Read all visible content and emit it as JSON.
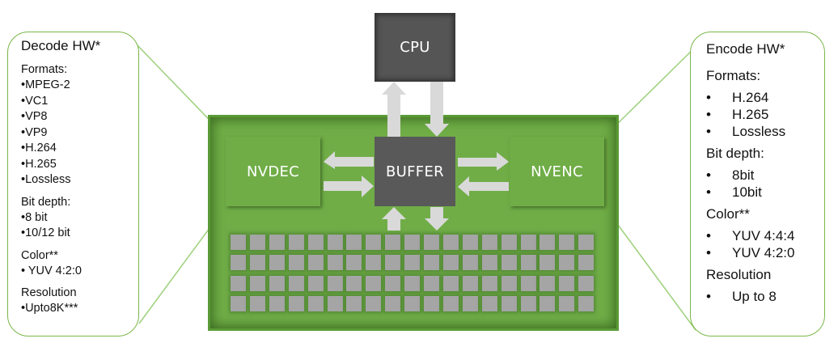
{
  "diagram": {
    "blocks": {
      "cpu": "CPU",
      "buffer": "BUFFER",
      "nvdec": "NVDEC",
      "nvenc": "NVENC"
    },
    "colors": {
      "chip_green": "#70ad47",
      "block_dark": "#595959",
      "arrow_gray": "#d9d9d9",
      "core_gray": "#a5a5a5",
      "callout_border": "#7ab648"
    },
    "core_grid": {
      "rows": 4,
      "cols": 19
    }
  },
  "decode": {
    "title": "Decode HW*",
    "sections": [
      {
        "label": "Formats:",
        "items": [
          "•MPEG-2",
          "•VC1",
          "•VP8",
          "•VP9",
          "•H.264",
          "•H.265",
          "•Lossless"
        ]
      },
      {
        "label": "Bit depth:",
        "items": [
          "•8 bit",
          "•10/12 bit"
        ]
      },
      {
        "label": "Color**",
        "items": [
          "• YUV 4:2:0"
        ]
      },
      {
        "label": "Resolution",
        "items": [
          "•Upto8K***"
        ]
      }
    ]
  },
  "encode": {
    "title": "Encode HW*",
    "bullet": "•",
    "sections": [
      {
        "label": "Formats:",
        "items": [
          "H.264",
          "H.265",
          "Lossless"
        ]
      },
      {
        "label": "Bit depth:",
        "items": [
          "8bit",
          "10bit"
        ]
      },
      {
        "label": "Color**",
        "items": [
          "YUV 4:4:4",
          "YUV 4:2:0"
        ]
      },
      {
        "label": "Resolution",
        "items": [
          "Up to 8"
        ]
      }
    ]
  }
}
